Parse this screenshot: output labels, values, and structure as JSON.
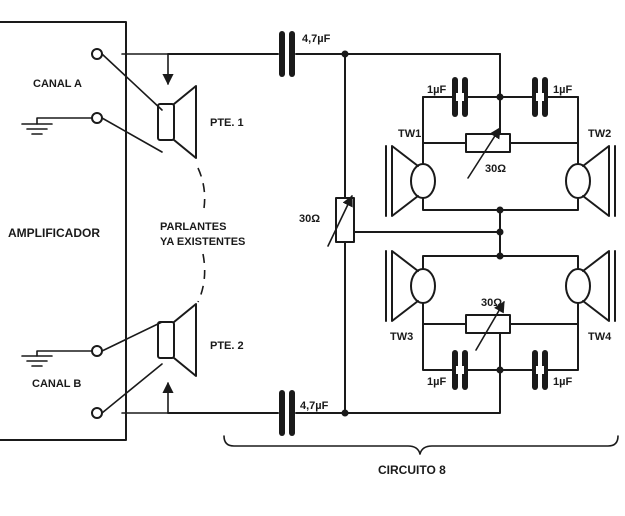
{
  "amplifier": {
    "label": "AMPLIFICADOR",
    "channel_a": "CANAL A",
    "channel_b": "CANAL B"
  },
  "existing_speakers": {
    "label_line1": "PARLANTES",
    "label_line2": "YA EXISTENTES",
    "speaker_1": "PTE. 1",
    "speaker_2": "PTE. 2"
  },
  "components": {
    "cap_main_top": "4,7µF",
    "cap_main_bottom": "4,7µF",
    "pot_main": "30Ω",
    "pot_upper": "30Ω",
    "pot_lower": "30Ω",
    "cap_upper_left": "1µF",
    "cap_upper_right": "1µF",
    "cap_lower_left": "1µF",
    "cap_lower_right": "1µF"
  },
  "tweeters": {
    "tw1": "TW1",
    "tw2": "TW2",
    "tw3": "TW3",
    "tw4": "TW4"
  },
  "circuit_label": "CIRCUITO 8",
  "colors": {
    "ink": "#1a1a1a",
    "paper": "#ffffff"
  }
}
